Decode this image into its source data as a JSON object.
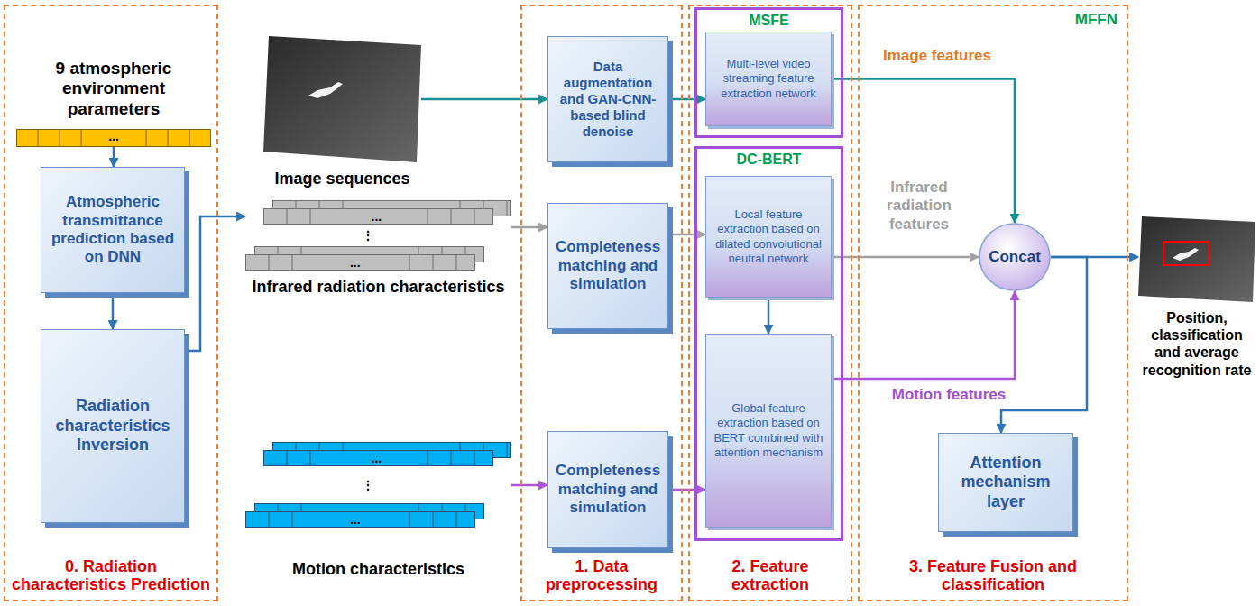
{
  "diagram": {
    "nodes": [
      {
        "text": [
          "0. Radiation characteristics Prediction"
        ]
      },
      {
        "text": [
          "9 atmospheric environment parameters",
          "..."
        ],
        "in": 0
      },
      {
        "text": [
          "Atmospheric transmittance prediction based on DNN"
        ],
        "in": 0
      },
      {
        "text": [
          "Radiation characteristics Inversion"
        ],
        "in": 0
      },
      {
        "text": [
          "Image sequences"
        ]
      },
      {
        "text": [
          "...",
          "⋮",
          "...",
          "Infrared radiation characteristics"
        ]
      },
      {
        "text": [
          "...",
          "⋮",
          "...",
          "Motion characteristics"
        ]
      },
      {
        "text": [
          "1. Data preprocessing"
        ]
      },
      {
        "text": [
          "Data augmentation and GAN-CNN-based blind denoise"
        ],
        "in": 7
      },
      {
        "text": [
          "Completeness matching and simulation"
        ],
        "in": 7
      },
      {
        "text": [
          "Completeness matching and simulation"
        ],
        "in": 7
      },
      {
        "text": [
          "2. Feature extraction"
        ]
      },
      {
        "text": [
          "MSFE"
        ],
        "in": 11
      },
      {
        "text": [
          "Multi-level video streaming feature extraction network"
        ],
        "in": 12
      },
      {
        "text": [
          "DC-BERT"
        ],
        "in": 11
      },
      {
        "text": [
          "Local feature extraction based on dilated convolutional neutral network"
        ],
        "in": 14
      },
      {
        "text": [
          "Global feature extraction based on BERT combined with attention mechanism"
        ],
        "in": 14
      },
      {
        "text": [
          "MFFN",
          "3. Feature Fusion and classification"
        ]
      },
      {
        "text": [
          "Concat"
        ],
        "in": 17
      },
      {
        "text": [
          "Attention mechanism layer"
        ],
        "in": 17
      },
      {
        "text": [
          "Position, classification and average recognition rate"
        ]
      }
    ],
    "edges": [
      {
        "from": 1,
        "to": 2,
        "arrow": "to"
      },
      {
        "from": 2,
        "to": 3,
        "arrow": "to"
      },
      {
        "from": 3,
        "to": 5,
        "arrow": "to"
      },
      {
        "from": 4,
        "to": 8,
        "arrow": "to"
      },
      {
        "from": 5,
        "to": 9,
        "arrow": "to"
      },
      {
        "from": 6,
        "to": 10,
        "arrow": "to"
      },
      {
        "from": 8,
        "to": 13,
        "arrow": "to"
      },
      {
        "from": 9,
        "to": 15,
        "arrow": "to"
      },
      {
        "from": 10,
        "to": 16,
        "arrow": "to"
      },
      {
        "from": 15,
        "to": 16,
        "arrow": "to"
      },
      {
        "from": 13,
        "to": 18,
        "arrow": "to",
        "label": "Image features"
      },
      {
        "from": 15,
        "to": 18,
        "arrow": "to",
        "label": "Infrared radiation features"
      },
      {
        "from": 16,
        "to": 18,
        "arrow": "to",
        "label": "Motion features"
      },
      {
        "from": 18,
        "to": 19,
        "arrow": "to"
      },
      {
        "from": 18,
        "to": 20,
        "arrow": "to"
      }
    ]
  }
}
